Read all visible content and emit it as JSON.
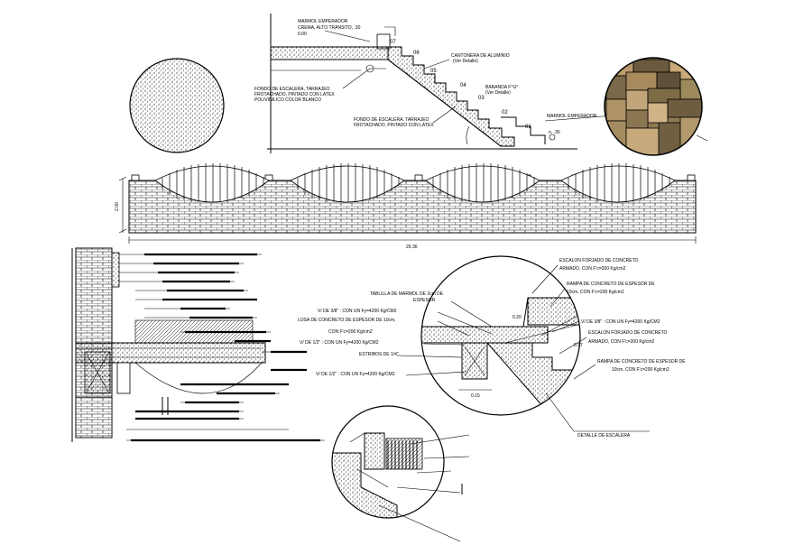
{
  "stair_section": {
    "top_note": [
      "MARMOL EMPERADOR",
      "CREMA, ALTO TRANSITO, .30",
      "0.00"
    ],
    "step_numbers": [
      "07",
      "06",
      "05",
      "04",
      "03",
      "02",
      "01"
    ],
    "aluminum_note": [
      "CANTONERA DE ALUMINIO",
      "(Ver Detalle)"
    ],
    "soffit_note_upper": [
      "FONDO DE ESCALERA, TARRAJEO",
      "FROTACHADO, PINTADO CON LATEX",
      "POLIVINILICO COLOR BLANCO"
    ],
    "soffit_note_lower": [
      "FONDO DE ESCALERA, TARRAJEO",
      "FROTACHADO, PINTADO CON LATEX"
    ],
    "handrail_note": [
      "BARANDA F°G°",
      "(Ver Detalle)"
    ],
    "floor_note": [
      "MARMOL EMPERADOR",
      "n. .30"
    ]
  },
  "wall_elevation": {
    "height_dim": "2.00",
    "length_dim": "29.36"
  },
  "stair_detail": {
    "notes": {
      "tablilla": [
        "TABLILLA DE MARMOL DE 2cm DE",
        "ESPESOR"
      ],
      "vr38_left": "V/ DE 3/8\"  :  CON UN Fy=4200 Kg/CM2",
      "losa": [
        "LOSA DE CONCRETO DE ESPESOR DE 10cm,",
        "CON  F'c=200 Kg/cm2"
      ],
      "vr12_a": "V/ DE 1/2\"  :  CON UN Fy=4200 Kg/CM2",
      "estribos": "ESTRIBOS DE 1/4\"",
      "vr12_b": "V/ DE 1/2\"  :  CON UN Fy=4200 Kg/CM2",
      "escalon_top": [
        "ESCALON FORJADO DE CONCRETO",
        "ARMADO, CON  F'c=200 Kg/cm2"
      ],
      "rampa_top": [
        "RAMPA DE CONCRETO DE ESPESOR DE",
        "10cm, CON  F'c=200 Kg/cm2"
      ],
      "vr38_right": "V/ DE 3/8\"  :  CON UN Fy=4200 Kg/CM2",
      "escalon_bottom": [
        "ESCALON FORJADO DE CONCRETO",
        "ARMADO, CON  F'c=200 Kg/cm2"
      ],
      "rampa_bottom": [
        "RAMPA DE CONCRETO DE ESPESOR DE",
        "10cm, CON  F'c=200 Kg/cm2"
      ]
    },
    "dims": {
      "d020": "0.20",
      "d017": "0.17",
      "d015": "0.15"
    },
    "title": "DETALLE DE ESCALERA"
  },
  "colors": {
    "ink": "#000000",
    "paper": "#ffffff",
    "stone_a": "#b9996b",
    "stone_b": "#6b5a3e",
    "stone_c": "#9c8a5c"
  }
}
